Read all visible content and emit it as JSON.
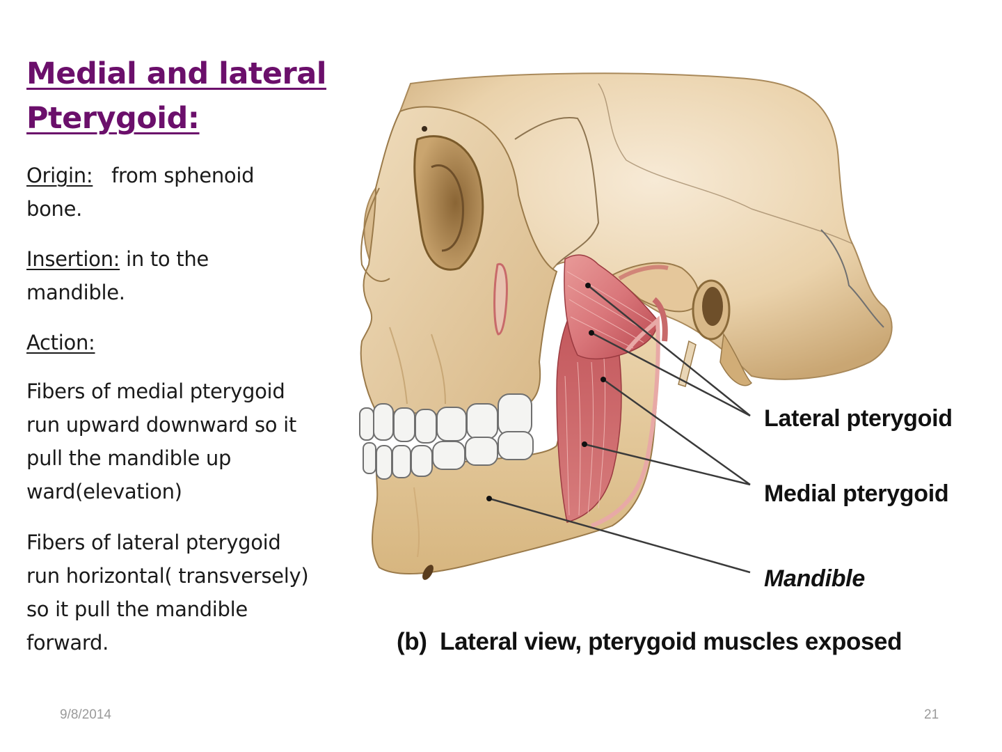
{
  "slide": {
    "title_line1": "Medial and lateral",
    "title_line2": "Pterygoid:",
    "origin": {
      "label": "Origin:",
      "text_line1": "   from sphenoid",
      "text_line2": "bone."
    },
    "insertion": {
      "label": "Insertion:",
      "text_line1": " in to the",
      "text_line2": "mandible."
    },
    "action": {
      "label": "Action:"
    },
    "paragraphs": [
      {
        "lines": [
          "Fibers of medial pterygoid",
          "run upward downward so it",
          "pull the mandible up",
          "ward(elevation)"
        ]
      },
      {
        "lines": [
          "Fibers of lateral pterygoid",
          "run horizontal( transversely)",
          "so it pull the mandible",
          "forward."
        ]
      }
    ]
  },
  "figure": {
    "labels": {
      "lateral_pterygoid": "Lateral pterygoid",
      "medial_pterygoid": "Medial pterygoid",
      "mandible": "Mandible"
    },
    "caption": "(b)  Lateral view, pterygoid muscles exposed",
    "colors": {
      "bone": "#e8cfa6",
      "bone_shadow": "#b8935e",
      "muscle": "#d9787a",
      "muscle_dark": "#b84a50",
      "teeth": "#f4f4f2",
      "leader_line": "#3a3a3a"
    }
  },
  "footer": {
    "date": "9/8/2014",
    "page_number": "21"
  },
  "theme": {
    "title_color": "#6b0f6b",
    "text_color": "#1a1a1a",
    "footer_color": "#9a9a9a"
  }
}
